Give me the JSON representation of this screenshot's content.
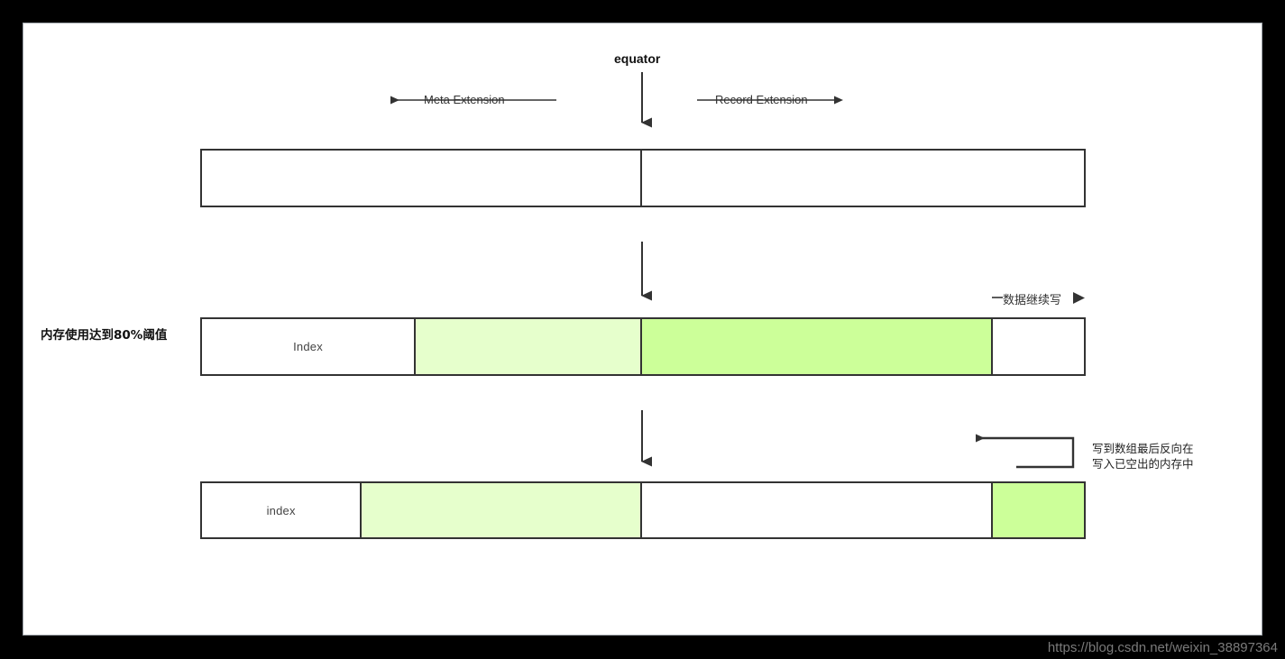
{
  "page": {
    "background_color": "#000000",
    "panel_color": "#ffffff",
    "watermark": "https://blog.csdn.net/weixin_38897364"
  },
  "palette": {
    "border": "#333333",
    "pale_green": "#e6ffcc",
    "bright_green": "#ccff99",
    "white": "#ffffff",
    "text": "#333333"
  },
  "diagram": {
    "title_label": "equator",
    "meta_extension_label": "Meta Extension",
    "record_extension_label": "Record Extension",
    "rows": [
      {
        "name": "initial-array",
        "segments": [
          {
            "label": "",
            "fill": "#ffffff"
          },
          {
            "label": "",
            "fill": "#ffffff"
          }
        ]
      },
      {
        "name": "threshold-array",
        "side_label": "内存使用达到80%阈值",
        "annotation": "数据继续写",
        "segments": [
          {
            "label": "Index",
            "fill": "#ffffff"
          },
          {
            "label": "",
            "fill": "#e6ffcc"
          },
          {
            "label": "",
            "fill": "#ccff99"
          },
          {
            "label": "",
            "fill": "#ffffff"
          }
        ]
      },
      {
        "name": "reverse-write-array",
        "annotation_line1": "写到数组最后反向在",
        "annotation_line2": "写入已空出的内存中",
        "segments": [
          {
            "label": "index",
            "fill": "#ffffff"
          },
          {
            "label": "",
            "fill": "#e6ffcc"
          },
          {
            "label": "",
            "fill": "#ffffff"
          },
          {
            "label": "",
            "fill": "#ccff99"
          }
        ]
      }
    ]
  }
}
